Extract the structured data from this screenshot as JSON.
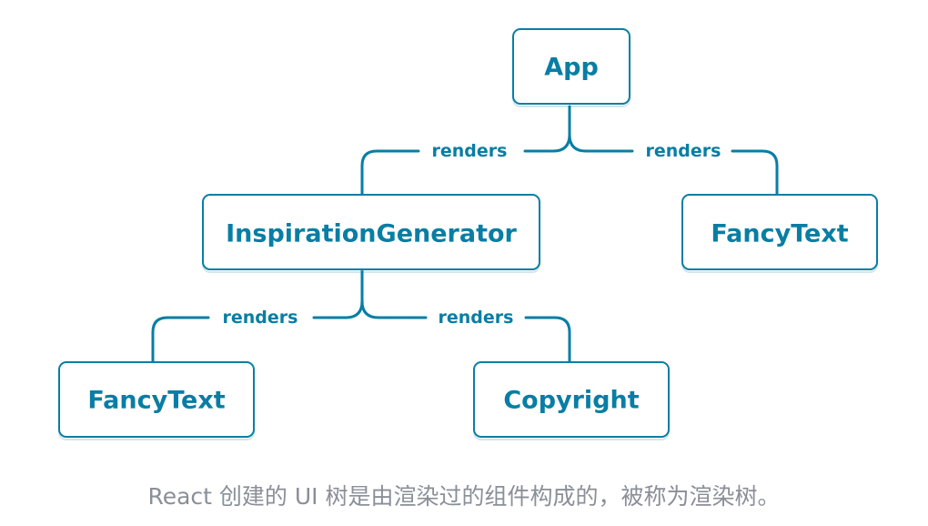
{
  "diagram": {
    "type": "tree",
    "nodes": [
      {
        "id": "app",
        "label": "App"
      },
      {
        "id": "inspiration",
        "label": "InspirationGenerator"
      },
      {
        "id": "fancy1",
        "label": "FancyText"
      },
      {
        "id": "fancy2",
        "label": "FancyText"
      },
      {
        "id": "copyright",
        "label": "Copyright"
      }
    ],
    "edges": [
      {
        "from": "app",
        "to": "inspiration",
        "label": "renders"
      },
      {
        "from": "app",
        "to": "fancy1",
        "label": "renders"
      },
      {
        "from": "inspiration",
        "to": "fancy2",
        "label": "renders"
      },
      {
        "from": "inspiration",
        "to": "copyright",
        "label": "renders"
      }
    ]
  },
  "colors": {
    "accent": "#087ea4",
    "caption": "#8a8f98",
    "background": "#ffffff"
  },
  "caption": "React 创建的 UI 树是由渲染过的组件构成的，被称为渲染树。"
}
